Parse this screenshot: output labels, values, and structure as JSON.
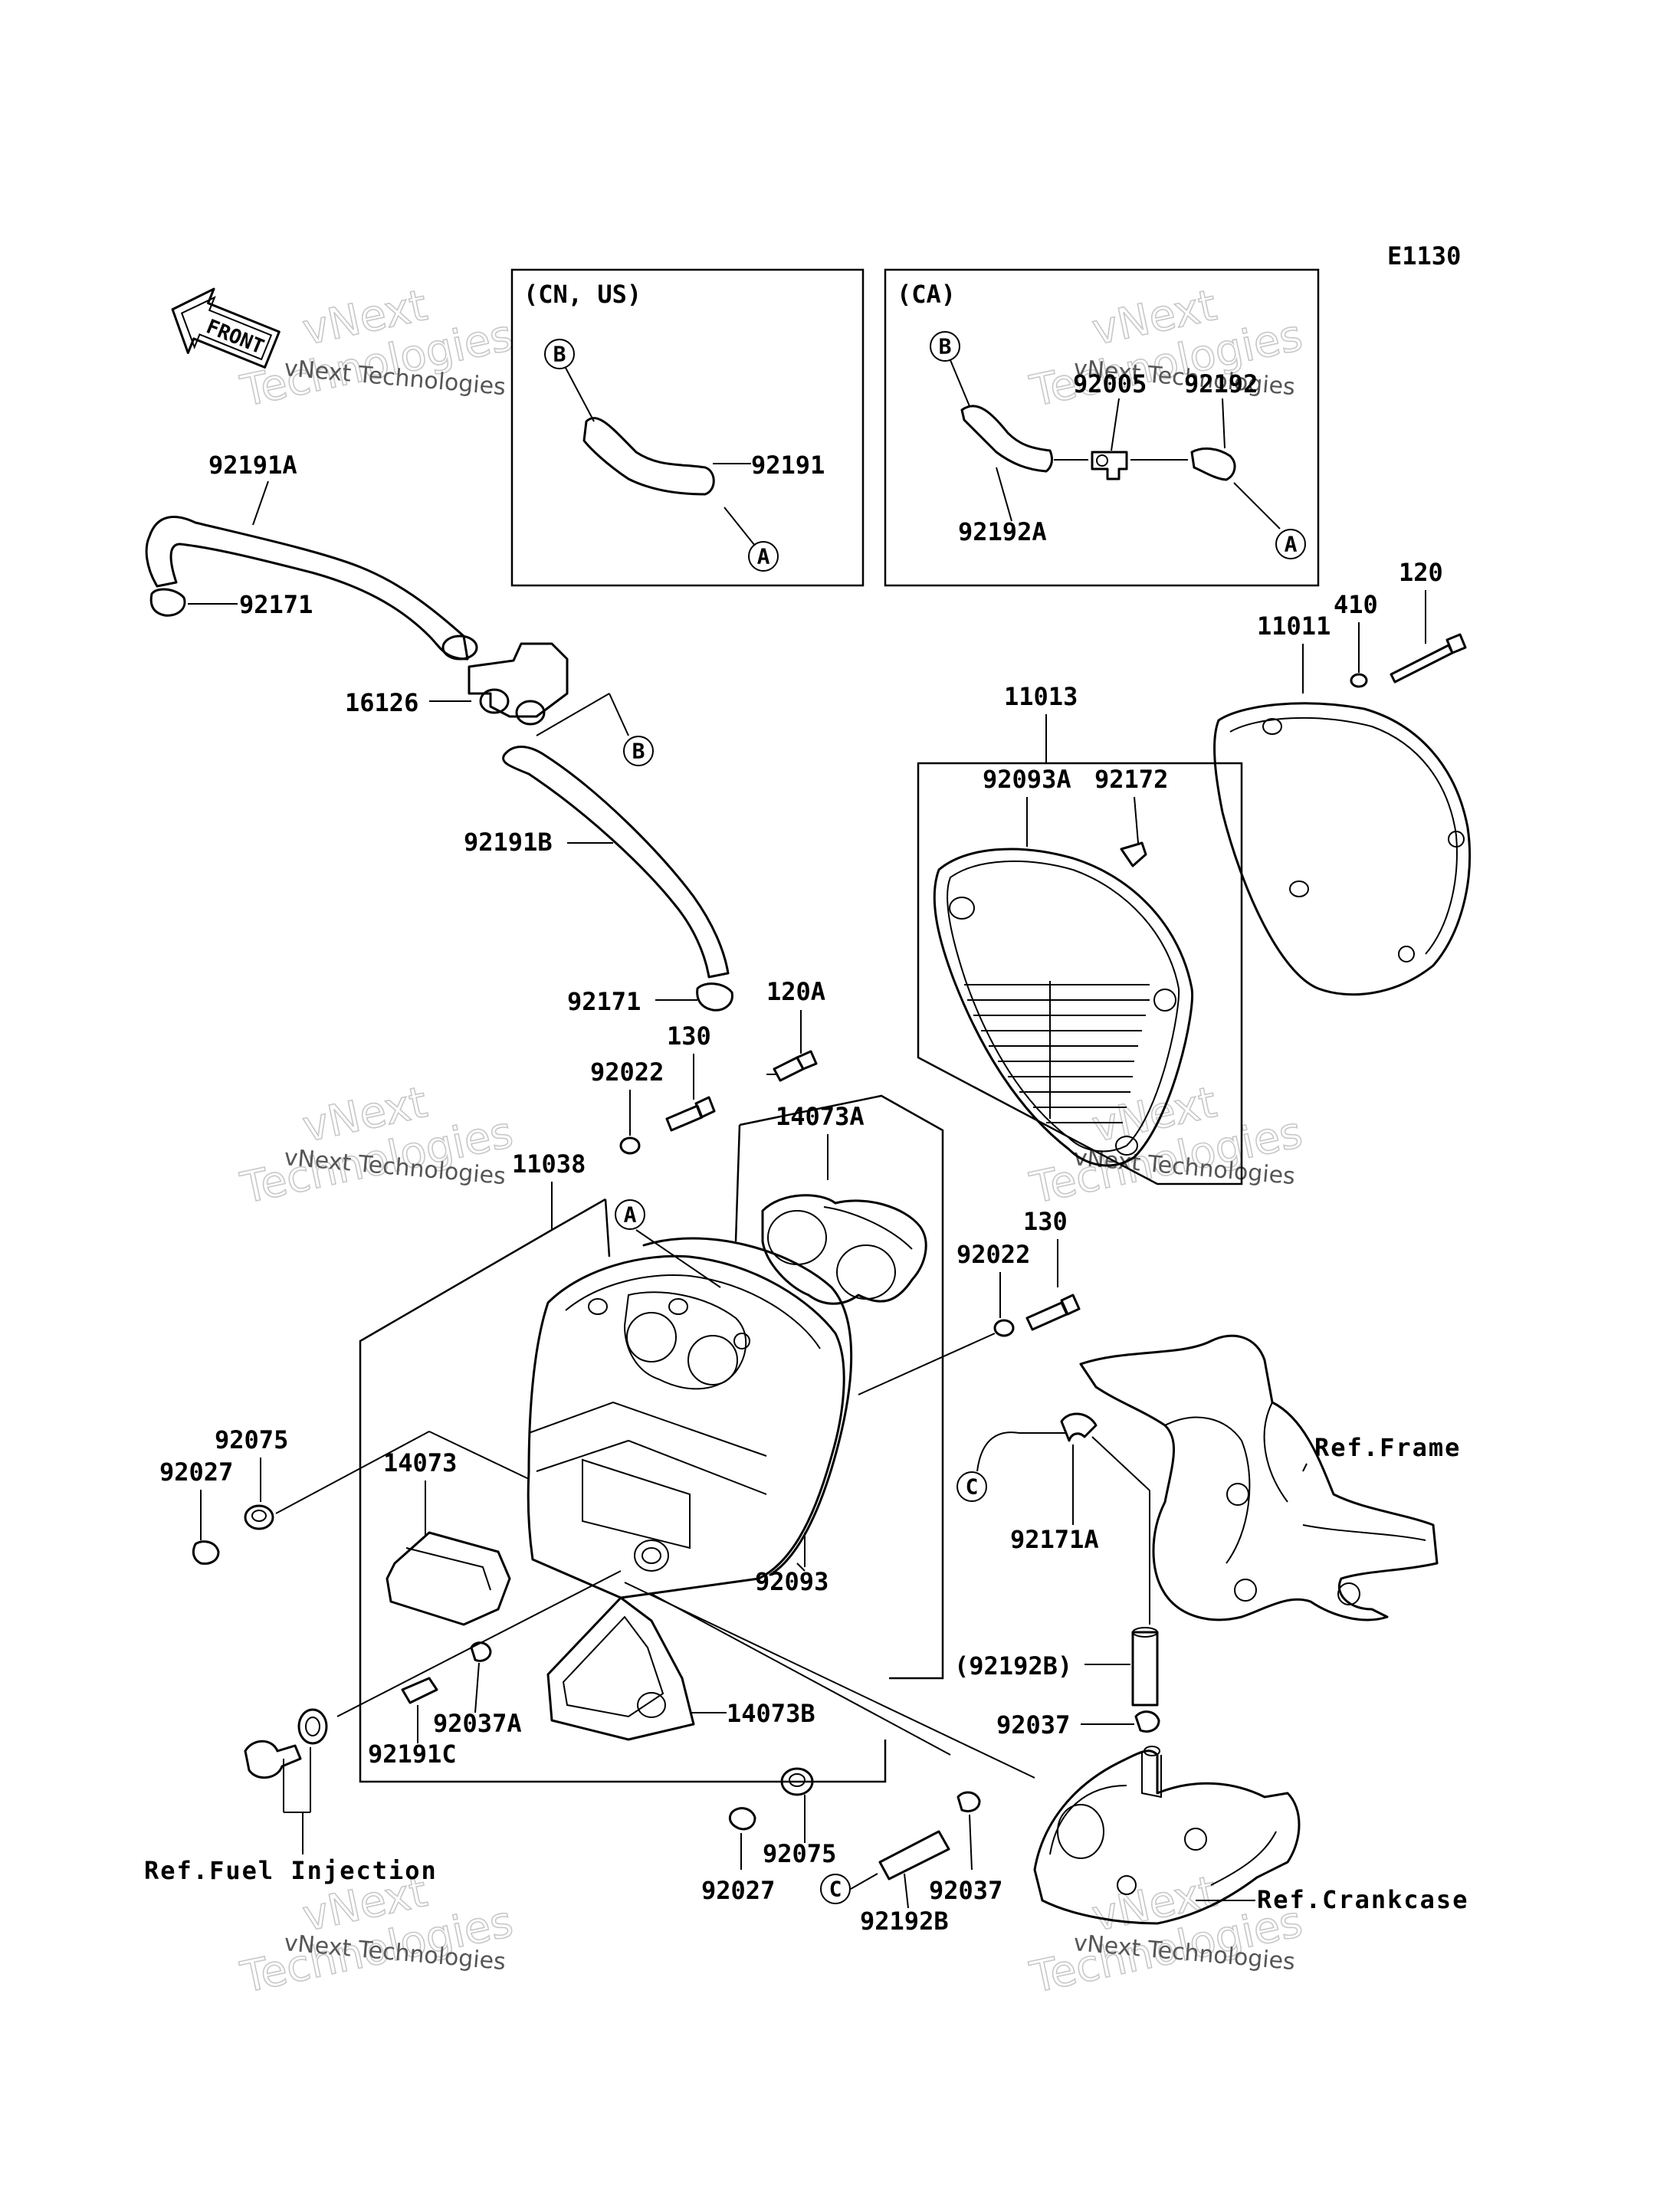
{
  "diagram_code": "E1130",
  "front_label": "FRONT",
  "variant_boxes": {
    "cn_us": {
      "label": "(CN, US)",
      "parts": [
        "92191"
      ],
      "circles": [
        "B",
        "A"
      ]
    },
    "ca": {
      "label": "(CA)",
      "parts": [
        "92005",
        "92192",
        "92192A"
      ],
      "circles": [
        "B",
        "A"
      ]
    }
  },
  "part_labels": {
    "p92191A": "92191A",
    "p92171a": "92171",
    "p16126": "16126",
    "p92191B": "92191B",
    "p92171b": "92171",
    "p120A": "120A",
    "p130a": "130",
    "p92022a": "92022",
    "p11038": "11038",
    "p14073A": "14073A",
    "p11013": "11013",
    "p92093A": "92093A",
    "p92172": "92172",
    "p11011": "11011",
    "p410": "410",
    "p120": "120",
    "p130b": "130",
    "p92022b": "92022",
    "p92075a": "92075",
    "p92027a": "92027",
    "p14073": "14073",
    "p92093": "92093",
    "p92171A": "92171A",
    "p92192B_paren": "(92192B)",
    "p92037a": "92037",
    "p92037A": "92037A",
    "p14073B": "14073B",
    "p92191C": "92191C",
    "p92075b": "92075",
    "p92027b": "92027",
    "p92037b": "92037",
    "p92192B": "92192B"
  },
  "circle_refs": {
    "b_main": "B",
    "a_main": "A",
    "c_left": "C",
    "c_bottom": "C"
  },
  "references": {
    "frame": "Ref.Frame",
    "fuel_injection": "Ref.Fuel Injection",
    "crankcase": "Ref.Crankcase"
  },
  "watermark": {
    "line1": "vNext Technologies",
    "line2": "vNext",
    "line3": "Technologies"
  }
}
